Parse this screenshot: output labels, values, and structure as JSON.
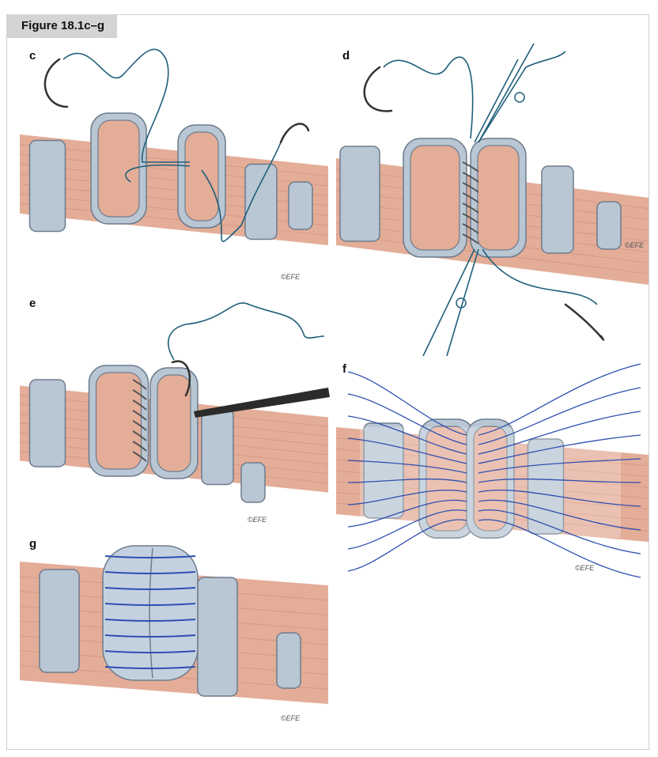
{
  "figure_title": "Figure 18.1c–g",
  "panels": [
    {
      "label": "c",
      "watermark": "©EFE"
    },
    {
      "label": "d",
      "watermark": "©EFE"
    },
    {
      "label": "e",
      "watermark": "©EFE"
    },
    {
      "label": "f",
      "watermark": "©EFE"
    },
    {
      "label": "g",
      "watermark": "©EFE"
    }
  ],
  "colors": {
    "tendon": "#e3ad98",
    "tendon_stripe": "#c98470",
    "pulley": "#b9c6d3",
    "pulley_edge": "#6d7c8c",
    "suture_teal": "#1f5f7a",
    "suture_blue": "#2e4fb0",
    "header_bg": "#d4d4d4"
  }
}
